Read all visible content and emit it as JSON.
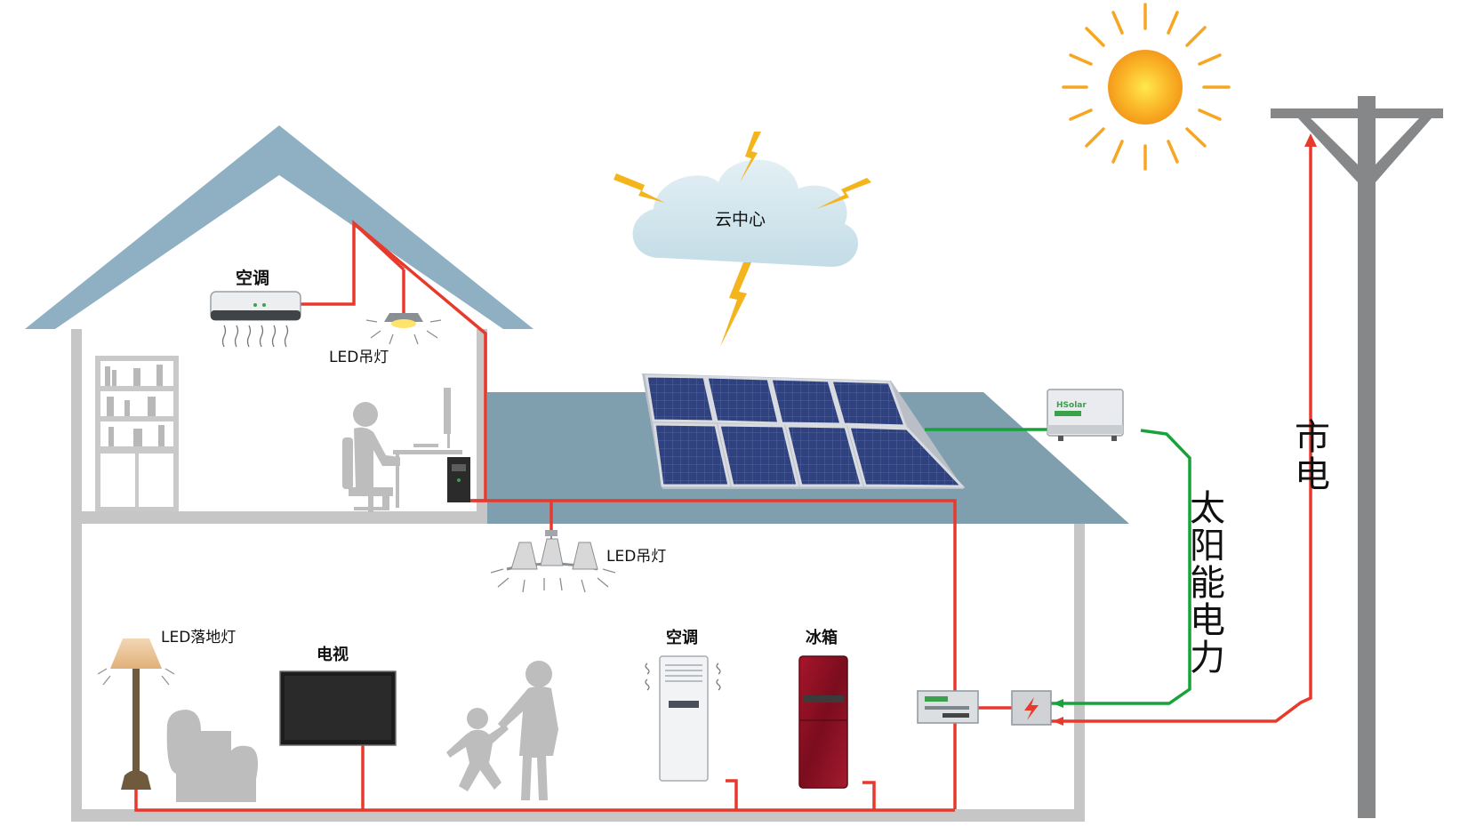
{
  "labels": {
    "ac_upstairs": "空调",
    "led_pendant_upstairs": "LED吊灯",
    "cloud_center": "云中心",
    "led_pendant_downstairs": "LED吊灯",
    "led_floor_lamp": "LED落地灯",
    "tv": "电视",
    "ac_downstairs": "空调",
    "fridge": "冰箱",
    "solar_power": "太阳能电力",
    "grid_power": "市电",
    "inverter_brand": "HSolar"
  },
  "colors": {
    "roof": "#8aabbd",
    "wall": "#c6c6c6",
    "red_wire": "#e8392d",
    "green_wire": "#17a33a",
    "pole": "#858789",
    "sun": "#f7a21a",
    "cloud": "#d3e6ee",
    "panel": "#2c3f7e",
    "silhouette": "#bdbdbd"
  },
  "icons": [
    "sun-icon",
    "cloud-icon",
    "lightning-icon",
    "solar-panel-icon",
    "inverter-icon",
    "breaker-icon",
    "utility-pole-icon",
    "air-conditioner-icon",
    "pendant-lamp-icon",
    "chandelier-icon",
    "floor-lamp-icon",
    "tv-icon",
    "fridge-icon",
    "person-at-desk-icon",
    "family-icon",
    "armchair-icon",
    "bookshelf-icon"
  ]
}
